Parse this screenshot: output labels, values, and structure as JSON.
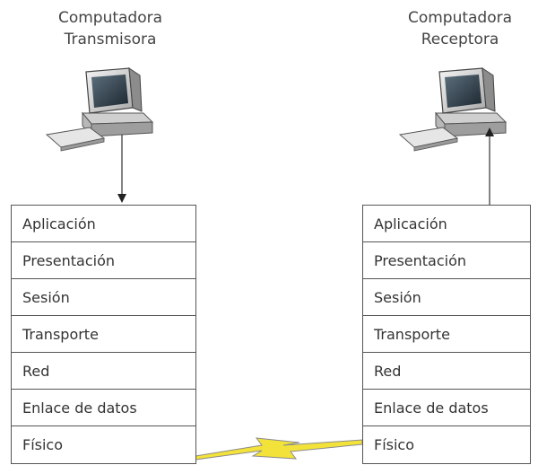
{
  "transmitter": {
    "title_line1": "Computadora",
    "title_line2": "Transmisora",
    "icon": "desktop-computer-icon"
  },
  "receiver": {
    "title_line1": "Computadora",
    "title_line2": "Receptora",
    "icon": "desktop-computer-icon"
  },
  "layers": [
    "Aplicación",
    "Presentación",
    "Sesión",
    "Transporte",
    "Red",
    "Enlace de datos",
    "Físico"
  ],
  "link": {
    "icon": "lightning-bolt-icon",
    "color": "#f2e23a"
  }
}
